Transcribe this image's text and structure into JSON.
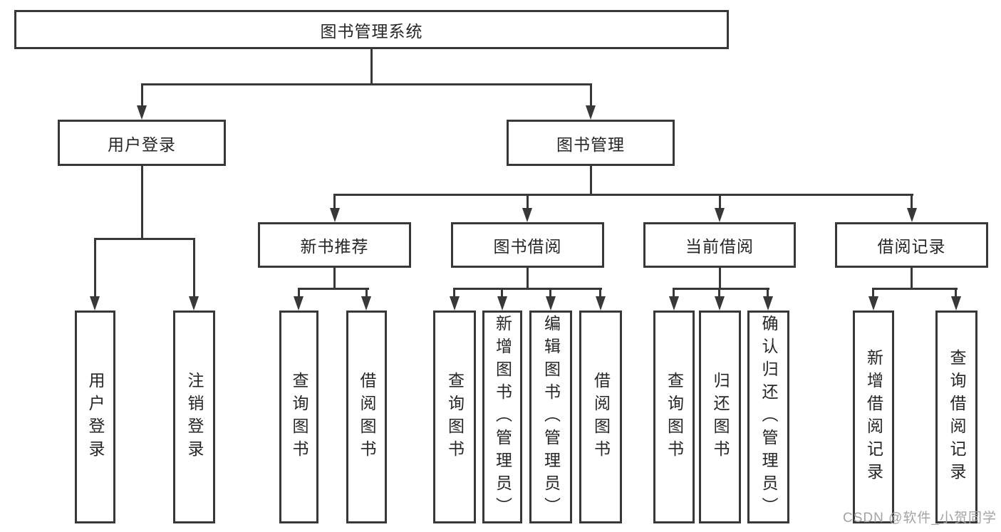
{
  "diagram": {
    "title": "图书管理系统",
    "level2": [
      {
        "label": "用户登录"
      },
      {
        "label": "图书管理"
      }
    ],
    "level3": [
      {
        "label": "新书推荐"
      },
      {
        "label": "图书借阅"
      },
      {
        "label": "当前借阅"
      },
      {
        "label": "借阅记录"
      }
    ],
    "leaves": [
      {
        "label": "用户登录"
      },
      {
        "label": "注销登录"
      },
      {
        "label": "查询图书"
      },
      {
        "label": "借阅图书"
      },
      {
        "label": "查询图书"
      },
      {
        "label": "新增图书（管理员）"
      },
      {
        "label": "编辑图书（管理员）"
      },
      {
        "label": "借阅图书"
      },
      {
        "label": "查询图书"
      },
      {
        "label": "归还图书"
      },
      {
        "label": "确认归还（管理员）"
      },
      {
        "label": "新增借阅记录"
      },
      {
        "label": "查询借阅记录"
      }
    ],
    "watermark": "CSDN @软件_小贺同学",
    "colors": {
      "line": "#383838",
      "box_border": "#383838",
      "text": "#262626",
      "watermark": "#a3a3a3",
      "background": "#ffffff"
    }
  }
}
